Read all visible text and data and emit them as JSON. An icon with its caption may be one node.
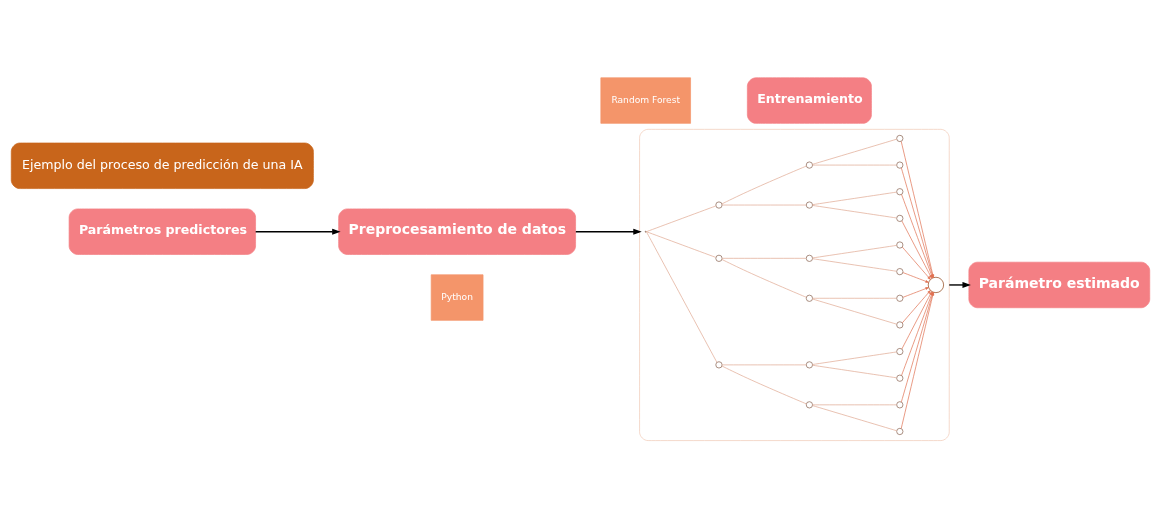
{
  "diagram": {
    "nodes": [
      {
        "text": [
          "Ejemplo del proceso de predicción de una IA"
        ]
      },
      {
        "text": [
          "Parámetros predictores"
        ]
      },
      {
        "text": [
          "Preprocesamiento de datos"
        ]
      },
      {
        "text": [
          "Python"
        ]
      },
      {
        "text": [
          "Random Forest"
        ]
      },
      {
        "text": [],
        "shape": "picture"
      },
      {
        "text": [
          "Parámetro estimado"
        ]
      },
      {
        "text": [
          "Entrenamiento"
        ]
      }
    ],
    "edges": [
      {
        "from": 1,
        "to": 2,
        "arrow": "to"
      },
      {
        "from": 2,
        "to": 5,
        "arrow": "to"
      },
      {
        "from": 5,
        "to": 6,
        "arrow": "to"
      }
    ]
  }
}
